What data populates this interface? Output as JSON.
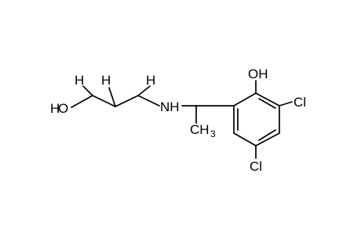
{
  "molecule": {
    "labels": {
      "hydroxyl_left_H": "H",
      "hydroxyl_left_O": "O",
      "h1": "H",
      "h2": "H",
      "h3": "H",
      "amine": "NH",
      "methyl_C": "CH",
      "methyl_sub": "3",
      "phenol_oh": "OH",
      "cl_ortho": "Cl",
      "cl_para": "Cl"
    }
  }
}
